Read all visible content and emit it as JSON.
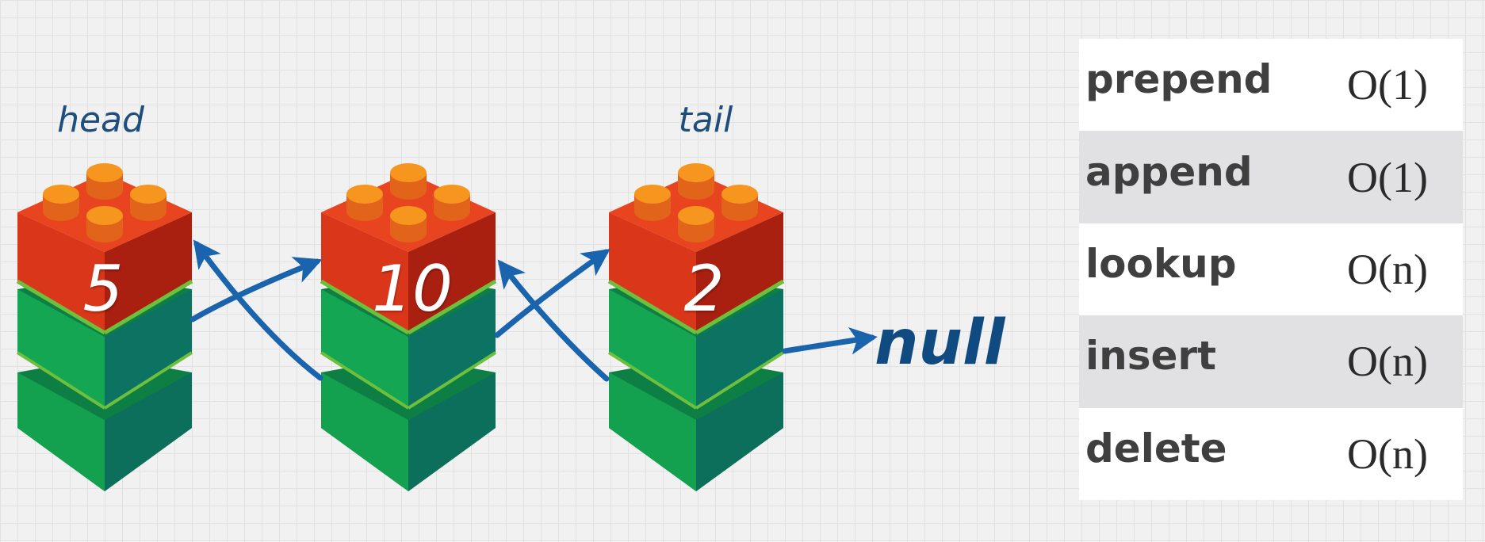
{
  "labels": {
    "head": "head",
    "tail": "tail",
    "null": "null"
  },
  "nodes": [
    {
      "value": "5"
    },
    {
      "value": "10"
    },
    {
      "value": "2"
    }
  ],
  "operations": [
    {
      "name": "prepend",
      "complexity": "O(1)"
    },
    {
      "name": "append",
      "complexity": "O(1)"
    },
    {
      "name": "lookup",
      "complexity": "O(n)"
    },
    {
      "name": "insert",
      "complexity": "O(n)"
    },
    {
      "name": "delete",
      "complexity": "O(n)"
    }
  ],
  "colors": {
    "brick_top": "#d9361a",
    "brick_stud": "#f47c1e",
    "brick_body": "#13a04f",
    "arrow": "#1a64ad",
    "label": "#1f4e7d",
    "null_text": "#0f4a80"
  }
}
